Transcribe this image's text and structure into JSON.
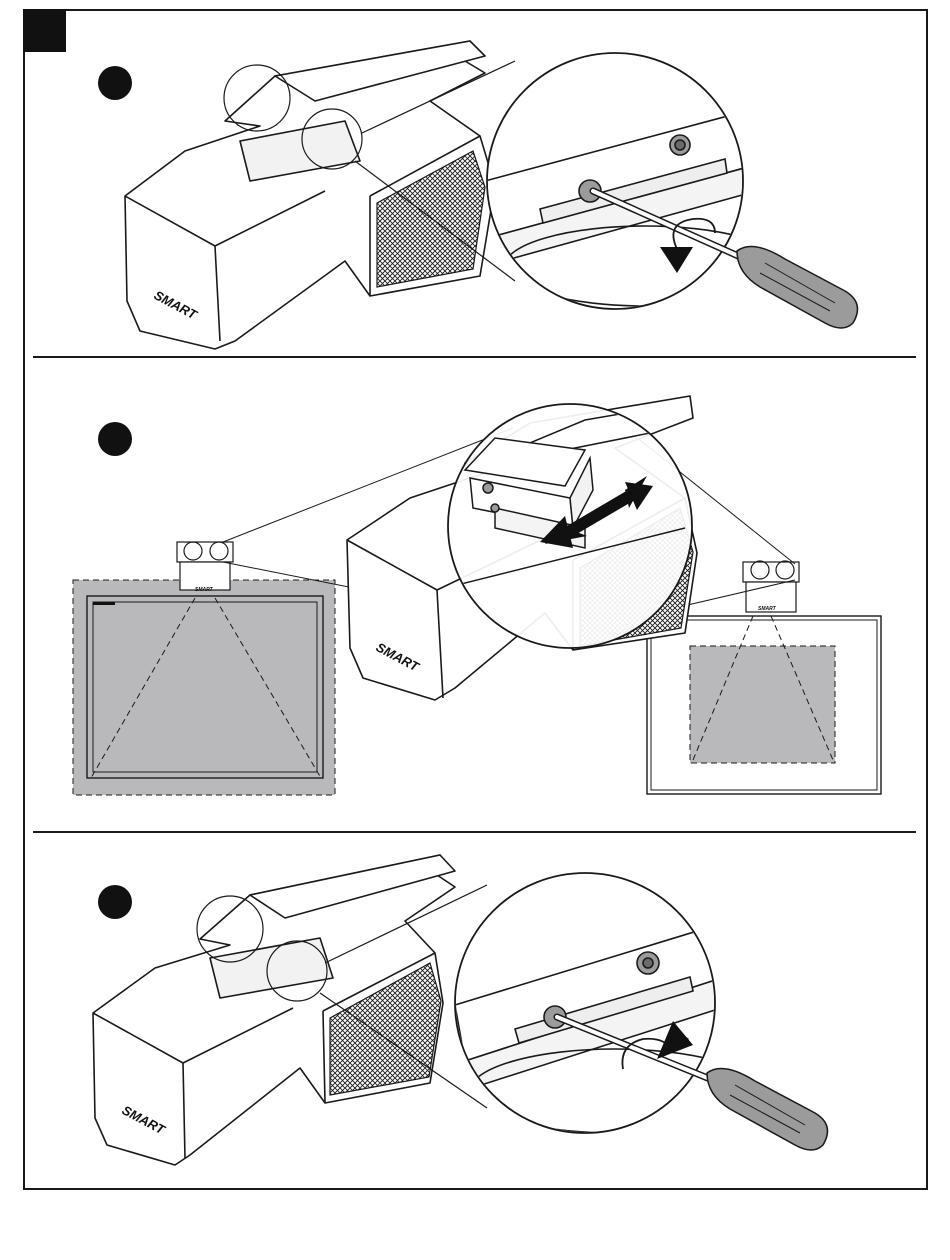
{
  "figure": {
    "steps": [
      {
        "id": 1,
        "action": "loosen-screw",
        "rotation": "counterclockwise"
      },
      {
        "id": 2,
        "action": "slide-projector",
        "direction": "forward-backward"
      },
      {
        "id": 3,
        "action": "tighten-screw",
        "rotation": "clockwise"
      }
    ]
  },
  "colors": {
    "line": "#1a1a1a",
    "projection_fill": "#b9b9bb",
    "handle": "#9b9b9b",
    "dark": "#111111"
  },
  "icons": {
    "step_marker": "filled-circle",
    "rotate_arrow": "curved-arrow",
    "slide_arrow": "double-headed-arrow"
  },
  "logo": {
    "brand": "SMART",
    "small": "SMART"
  }
}
